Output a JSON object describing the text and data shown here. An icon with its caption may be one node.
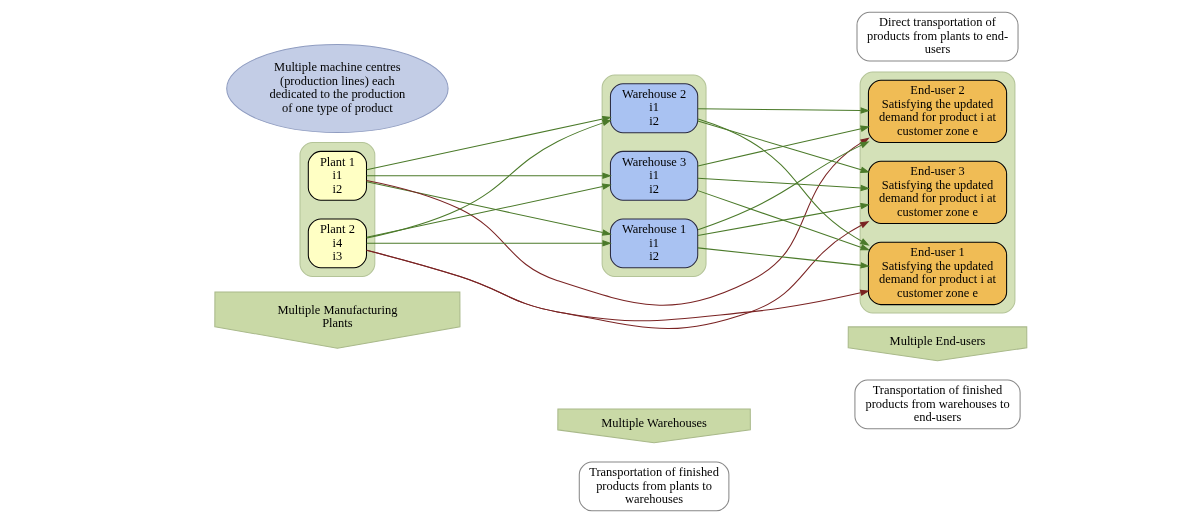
{
  "diagram": {
    "nodes": [
      {
        "text": [
          "Multiple Manufacturing Plants"
        ]
      },
      {
        "text": [
          "Multiple Warehouses"
        ]
      },
      {
        "text": [
          "Multiple End-users"
        ]
      },
      {
        "text": [],
        "shape": "box"
      },
      {
        "text": [
          "Plant 1",
          "i1",
          "i2"
        ],
        "in": 3
      },
      {
        "text": [
          "Plant 2",
          "i4",
          "i3"
        ],
        "in": 3
      },
      {
        "text": [
          "Multiple machine centres (production lines) each dedicated to the production of one type of product"
        ]
      },
      {
        "text": [],
        "shape": "box"
      },
      {
        "text": [
          "Warehouse 1",
          "i1",
          "i2"
        ],
        "in": 7
      },
      {
        "text": [
          "Warehouse 2",
          "i1",
          "i2"
        ],
        "in": 7
      },
      {
        "text": [
          "Warehouse 3",
          "i1",
          "i2"
        ],
        "in": 7
      },
      {
        "text": [],
        "shape": "box"
      },
      {
        "text": [
          "End-user 1",
          "Satisfying the updated demand for product i at customer zone e"
        ],
        "in": 11
      },
      {
        "text": [
          "End-user 2",
          "Satisfying the updated demand for product i at customer zone e"
        ],
        "in": 11
      },
      {
        "text": [
          "End-user 3",
          "Satisfying the updated demand for product i at customer zone e"
        ],
        "in": 11
      },
      {
        "text": [
          "Transportation of finished products from plants to warehouses"
        ]
      },
      {
        "text": [
          "Transportation of finished products from warehouses to end-users"
        ]
      },
      {
        "text": [
          "Direct transportation of products from plants to end-users"
        ]
      }
    ],
    "edges": [
      {
        "from": 4,
        "to": 8,
        "arrow": "to"
      },
      {
        "from": 4,
        "to": 9,
        "arrow": "to"
      },
      {
        "from": 4,
        "to": 10,
        "arrow": "to"
      },
      {
        "from": 4,
        "to": 13,
        "arrow": "to",
        "color": "#7a2323"
      },
      {
        "from": 5,
        "to": 8,
        "arrow": "to"
      },
      {
        "from": 5,
        "to": 9,
        "arrow": "to"
      },
      {
        "from": 5,
        "to": 10,
        "arrow": "to"
      },
      {
        "from": 5,
        "to": 12,
        "arrow": "to",
        "color": "#7a2323"
      },
      {
        "from": 5,
        "to": 14,
        "arrow": "to",
        "color": "#7a2323"
      },
      {
        "from": 8,
        "to": 12,
        "arrow": "to"
      },
      {
        "from": 8,
        "to": 13,
        "arrow": "to"
      },
      {
        "from": 8,
        "to": 14,
        "arrow": "to"
      },
      {
        "from": 9,
        "to": 12,
        "arrow": "to"
      },
      {
        "from": 9,
        "to": 13,
        "arrow": "to"
      },
      {
        "from": 9,
        "to": 14,
        "arrow": "to"
      },
      {
        "from": 10,
        "to": 12,
        "arrow": "to"
      },
      {
        "from": 10,
        "to": 13,
        "arrow": "to"
      },
      {
        "from": 10,
        "to": 14,
        "arrow": "to"
      }
    ]
  }
}
